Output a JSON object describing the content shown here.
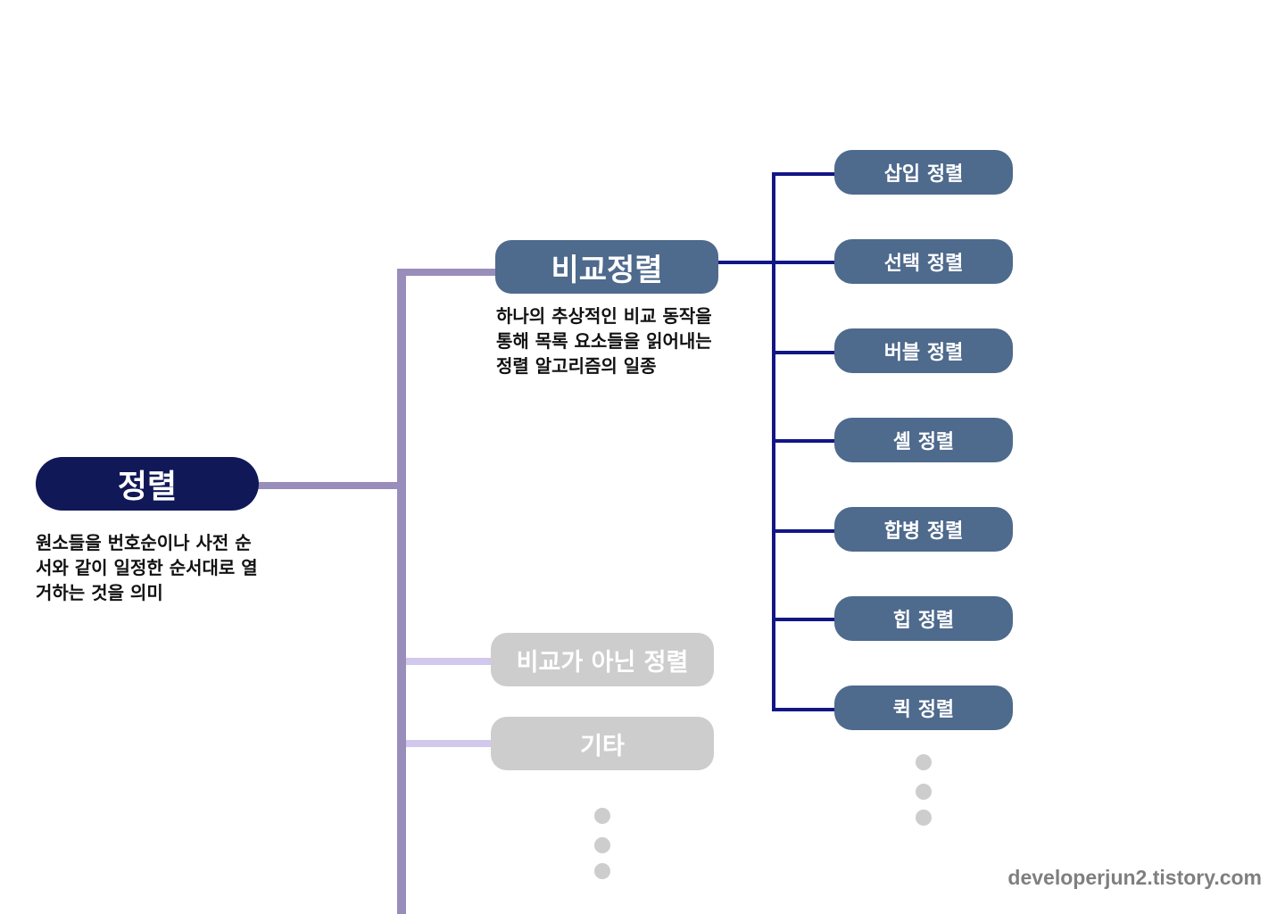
{
  "colors": {
    "root_node": "#101857",
    "comparison_node": "#4e6a8d",
    "leaf_node": "#4e6a8d",
    "inactive_node": "#cdcdcd",
    "main_trunk": "#998dbc",
    "comparison_branch": "#121685",
    "inactive_branch": "#d2c8ee",
    "ellipsis_dot": "#cdcdcd",
    "watermark": "#7f7f7f"
  },
  "root": {
    "label": "정렬",
    "description": "원소들을 번호순이나 사전 순서와 같이 일정한 순서대로 열거하는 것을 의미"
  },
  "comparison_sort": {
    "label": "비교정렬",
    "description": "하나의 추상적인 비교 동작을 통해 목록 요소들을 읽어내는 정렬 알고리즘의 일종",
    "children": [
      {
        "label": "삽입 정렬"
      },
      {
        "label": "선택 정렬"
      },
      {
        "label": "버블 정렬"
      },
      {
        "label": "셸 정렬"
      },
      {
        "label": "합병 정렬"
      },
      {
        "label": "힙 정렬"
      },
      {
        "label": "퀵 정렬"
      }
    ]
  },
  "non_comparison_sort": {
    "label": "비교가 아닌 정렬"
  },
  "other": {
    "label": "기타"
  },
  "watermark": "developerjun2.tistory.com"
}
